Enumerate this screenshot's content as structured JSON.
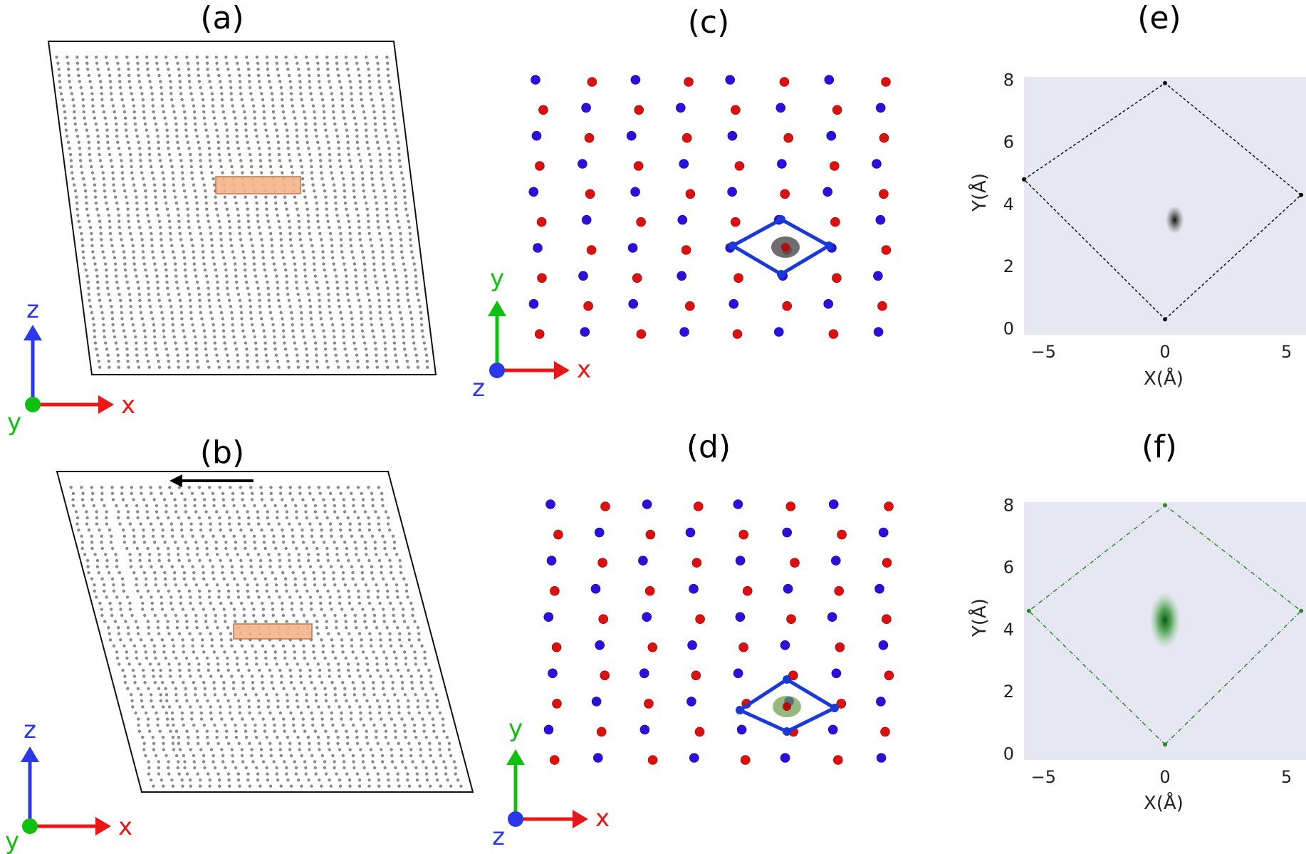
{
  "figure": {
    "panel_labels": [
      "(a)",
      "(b)",
      "(c)",
      "(d)",
      "(e)",
      "(f)"
    ],
    "axis_letters": {
      "x": "x",
      "y": "y",
      "z": "z"
    },
    "colors": {
      "atom_red": "#dd1010",
      "atom_blue": "#2a10dd",
      "axis_x": "#e81818",
      "axis_y": "#10c010",
      "axis_z": "#2a38e8",
      "cell_outline": "#1a3ad8",
      "highlight_box": "#f5b48a",
      "plot_background": "#e7e7f3",
      "gray_atoms": "#8a8a8a",
      "cell_e": "#111111",
      "cell_f": "#2a8a2a",
      "density_e": "#555555",
      "density_f": "#3f9a3f"
    }
  },
  "chart_data": [
    {
      "panel": "(e)",
      "type": "heatmap",
      "xlabel": "X(Å)",
      "ylabel": "Y(Å)",
      "xticks": [
        -5,
        0,
        5
      ],
      "yticks": [
        0,
        2,
        4,
        6,
        8
      ],
      "xlim": [
        -5.8,
        5.8
      ],
      "ylim": [
        -0.2,
        8.1
      ],
      "grid": false,
      "cell_vertices": [
        [
          0,
          0.3
        ],
        [
          5.6,
          4.3
        ],
        [
          0,
          7.9
        ],
        [
          -5.8,
          4.8
        ]
      ],
      "density_peak": {
        "x": 0.4,
        "y": 3.5
      }
    },
    {
      "panel": "(f)",
      "type": "heatmap",
      "xlabel": "X(Å)",
      "ylabel": "Y(Å)",
      "xticks": [
        -5,
        0,
        5
      ],
      "yticks": [
        0,
        2,
        4,
        6,
        8
      ],
      "xlim": [
        -5.8,
        5.8
      ],
      "ylim": [
        -0.2,
        8.1
      ],
      "grid": false,
      "cell_vertices": [
        [
          0,
          0.3
        ],
        [
          5.6,
          4.6
        ],
        [
          0,
          8.0
        ],
        [
          -5.6,
          4.6
        ]
      ],
      "density_peak": {
        "x": 0.0,
        "y": 4.3
      }
    }
  ]
}
